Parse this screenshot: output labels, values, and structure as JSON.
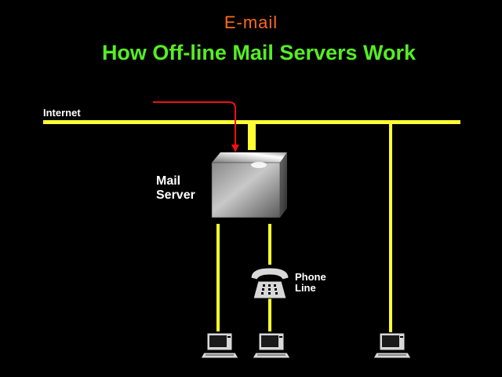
{
  "header": {
    "subtitle": "E-mail",
    "title": "How Off-line Mail Servers Work"
  },
  "labels": {
    "internet": "Internet",
    "mail_server_line1": "Mail",
    "mail_server_line2": "Server",
    "phone_line1": "Phone",
    "phone_line2": "Line"
  },
  "colors": {
    "subtitle": "#ff6a1a",
    "title": "#55ee22",
    "network_line": "#ffff33",
    "mail_arrow": "#ee1111",
    "background": "#000000"
  },
  "icons": {
    "server": "server-cube-icon",
    "telephone": "telephone-icon",
    "computer": "computer-icon"
  }
}
